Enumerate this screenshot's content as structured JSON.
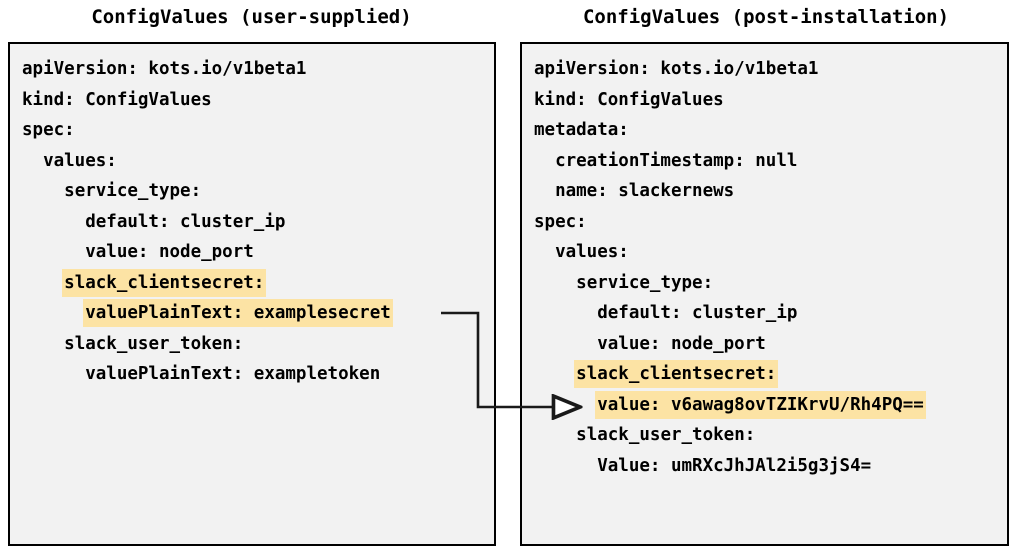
{
  "page": {
    "background_color": "#ffffff",
    "box_fill_color": "#f2f2f2",
    "box_border_color": "#000000",
    "highlight_color": "#fce3a4",
    "text_color": "#000000"
  },
  "panels": [
    {
      "id": "user-supplied",
      "title": "ConfigValues (user-supplied)",
      "lines": [
        {
          "text": "apiVersion: kots.io/v1beta1",
          "highlight": false
        },
        {
          "text": "kind: ConfigValues",
          "highlight": false
        },
        {
          "text": "spec:",
          "highlight": false
        },
        {
          "text": "  values:",
          "highlight": false
        },
        {
          "text": "    service_type:",
          "highlight": false
        },
        {
          "text": "      default: cluster_ip",
          "highlight": false
        },
        {
          "text": "      value: node_port",
          "highlight": false
        },
        {
          "text": "    slack_clientsecret:",
          "highlight": true
        },
        {
          "text": "      valuePlainText: examplesecret",
          "highlight": true
        },
        {
          "text": "    slack_user_token:",
          "highlight": false
        },
        {
          "text": "      valuePlainText: exampletoken",
          "highlight": false
        }
      ]
    },
    {
      "id": "post-installation",
      "title": "ConfigValues (post-installation)",
      "lines": [
        {
          "text": "apiVersion: kots.io/v1beta1",
          "highlight": false
        },
        {
          "text": "kind: ConfigValues",
          "highlight": false
        },
        {
          "text": "metadata:",
          "highlight": false
        },
        {
          "text": "  creationTimestamp: null",
          "highlight": false
        },
        {
          "text": "  name: slackernews",
          "highlight": false
        },
        {
          "text": "spec:",
          "highlight": false
        },
        {
          "text": "  values:",
          "highlight": false
        },
        {
          "text": "    service_type:",
          "highlight": false
        },
        {
          "text": "      default: cluster_ip",
          "highlight": false
        },
        {
          "text": "      value: node_port",
          "highlight": false
        },
        {
          "text": "    slack_clientsecret:",
          "highlight": true
        },
        {
          "text": "      value: v6awag8ovTZIKrvU/Rh4PQ==",
          "highlight": true
        },
        {
          "text": "    slack_user_token:",
          "highlight": false
        },
        {
          "text": "      Value: umRXcJhJAl2i5g3jS4=",
          "highlight": false
        }
      ]
    }
  ],
  "connector": {
    "label": "plaintext-to-encrypted-arrow",
    "from": "valuePlainText: examplesecret",
    "to": "value: v6awag8ovTZIKrvU/Rh4PQ==",
    "color": "#1a1a1a",
    "arrowhead": "open-triangle"
  }
}
